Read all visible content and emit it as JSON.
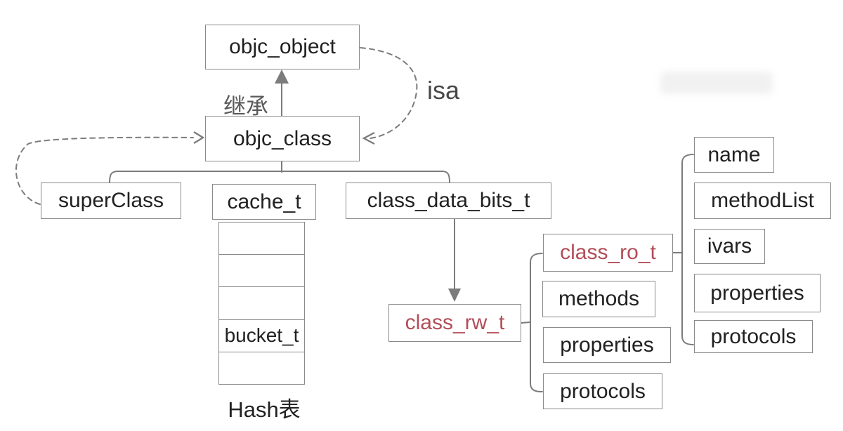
{
  "colors": {
    "line": "#7c7c7c",
    "border": "#8a8a8a",
    "text": "#212121",
    "red": "#b24d58",
    "gray1": "#5a5a5a",
    "gray2": "#474747"
  },
  "nodes": {
    "objc_object": "objc_object",
    "objc_class": "objc_class",
    "superclass": "superClass",
    "cache": "cache_t",
    "class_data_bits": "class_data_bits_t",
    "class_rw": "class_rw_t",
    "class_ro": "class_ro_t"
  },
  "edge_labels": {
    "inherit": "继承",
    "isa": "isa"
  },
  "cache_table": {
    "rows": [
      "",
      "",
      "",
      "bucket_t",
      ""
    ],
    "caption": "Hash表"
  },
  "rw_children": [
    "methods",
    "properties",
    "protocols"
  ],
  "ro_children": [
    "name",
    "methodList",
    "ivars",
    "properties",
    "protocols"
  ]
}
